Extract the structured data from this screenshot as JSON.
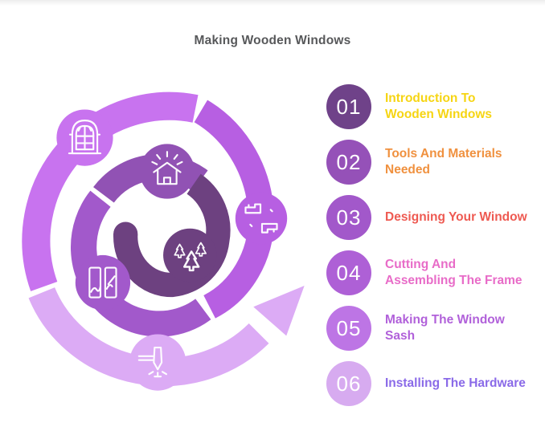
{
  "title": "Making Wooden Windows",
  "colors": {
    "background": "#ffffff",
    "title_text": "#57585a",
    "icon_stroke": "#ffffff"
  },
  "steps": [
    {
      "number": "01",
      "label": "Introduction To\nWooden Windows",
      "circle_color": "#6f4289",
      "label_color": "#f6d513"
    },
    {
      "number": "02",
      "label": "Tools And Materials\nNeeded",
      "circle_color": "#9551b8",
      "label_color": "#f0913f"
    },
    {
      "number": "03",
      "label": "Designing Your Window",
      "circle_color": "#a258ca",
      "label_color": "#ee5a52"
    },
    {
      "number": "04",
      "label": "Cutting And\nAssembling The Frame",
      "circle_color": "#ae60d6",
      "label_color": "#e86cc8"
    },
    {
      "number": "05",
      "label": "Making The Window\nSash",
      "circle_color": "#bd75e5",
      "label_color": "#b161da"
    },
    {
      "number": "06",
      "label": "Installing The Hardware",
      "circle_color": "#d7abf0",
      "label_color": "#8a6ae8"
    }
  ],
  "spiral": {
    "description": "counterclockwise spiral from dark center outward to light arrow",
    "bands": [
      {
        "name": "inner-curl",
        "color": "#6d4180"
      },
      {
        "name": "turn-2",
        "color": "#9152b4"
      },
      {
        "name": "turn-3",
        "color": "#a259cb"
      },
      {
        "name": "turn-4",
        "color": "#b75fe2"
      },
      {
        "name": "outer-top",
        "color": "#c873ef"
      },
      {
        "name": "outer-bottom-arrow",
        "color": "#dcabf5"
      }
    ],
    "icons": [
      {
        "name": "pine-trees-icon",
        "band": "inner-curl"
      },
      {
        "name": "house-icon",
        "band": "turn-2"
      },
      {
        "name": "sash-panes-icon",
        "band": "turn-3"
      },
      {
        "name": "plane-tools-icon",
        "band": "turn-4"
      },
      {
        "name": "arched-window-icon",
        "band": "outer-top"
      },
      {
        "name": "chisel-icon",
        "band": "outer-bottom-arrow"
      }
    ]
  }
}
